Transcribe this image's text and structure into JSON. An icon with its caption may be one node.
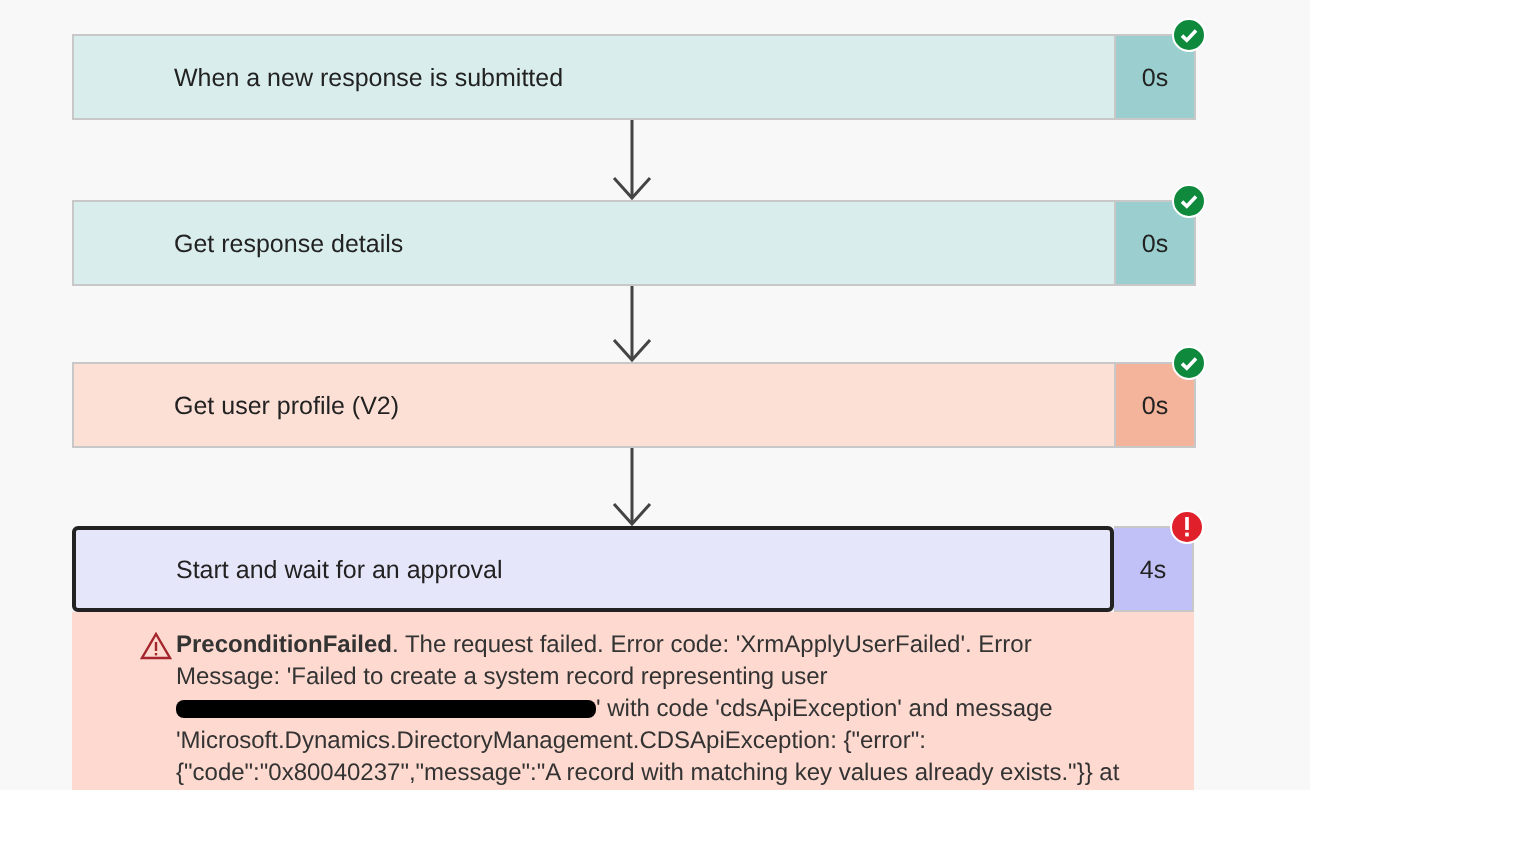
{
  "diagram": {
    "nodes": [
      {
        "text": [
          "When a new response is submitted"
        ],
        "beside": [
          "0s"
        ]
      },
      {
        "text": [
          "Get response details"
        ],
        "beside": [
          "0s"
        ]
      },
      {
        "text": [
          "Get user profile (V2)"
        ],
        "beside": [
          "0s"
        ]
      },
      {
        "text": [
          "Start and wait for an approval"
        ],
        "beside": [
          "4s"
        ]
      },
      {
        "text": [
          "**PreconditionFailed**. The request failed. Error code: 'XrmApplyUserFailed'. Error Message: 'Failed to create a system record representing user",
          "' with code 'cdsApiException' and message 'Microsoft.Dynamics.DirectoryManagement.CDSApiException: {\"error\": {\"code\":\"0x80040237\",\"message\":\"A record with matching key values already exists.\"}} at"
        ]
      }
    ],
    "edges": [
      {
        "from": 0,
        "to": 1,
        "arrow": "to"
      },
      {
        "from": 1,
        "to": 2,
        "arrow": "to"
      },
      {
        "from": 2,
        "to": 3,
        "arrow": "to"
      }
    ]
  }
}
